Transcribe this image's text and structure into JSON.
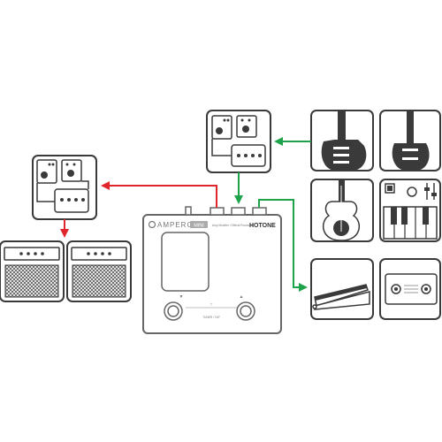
{
  "colors": {
    "send_arrow": "#e0252c",
    "return_arrow": "#1fa34a",
    "outline": "#3a3a3a"
  },
  "device": {
    "model": "AMPERO",
    "badge": "MINI",
    "tagline": "Amp Modeler / Effects Processor",
    "brand": "HOTONE",
    "footswitch_label": "TUNER / TAP"
  },
  "icons": [
    "pedalboard-icon",
    "electric-guitar-icon",
    "bass-guitar-icon",
    "acoustic-guitar-icon",
    "synthesizer-icon",
    "expression-pedal-icon",
    "footswitch-controller-icon",
    "guitar-amp-icon"
  ]
}
